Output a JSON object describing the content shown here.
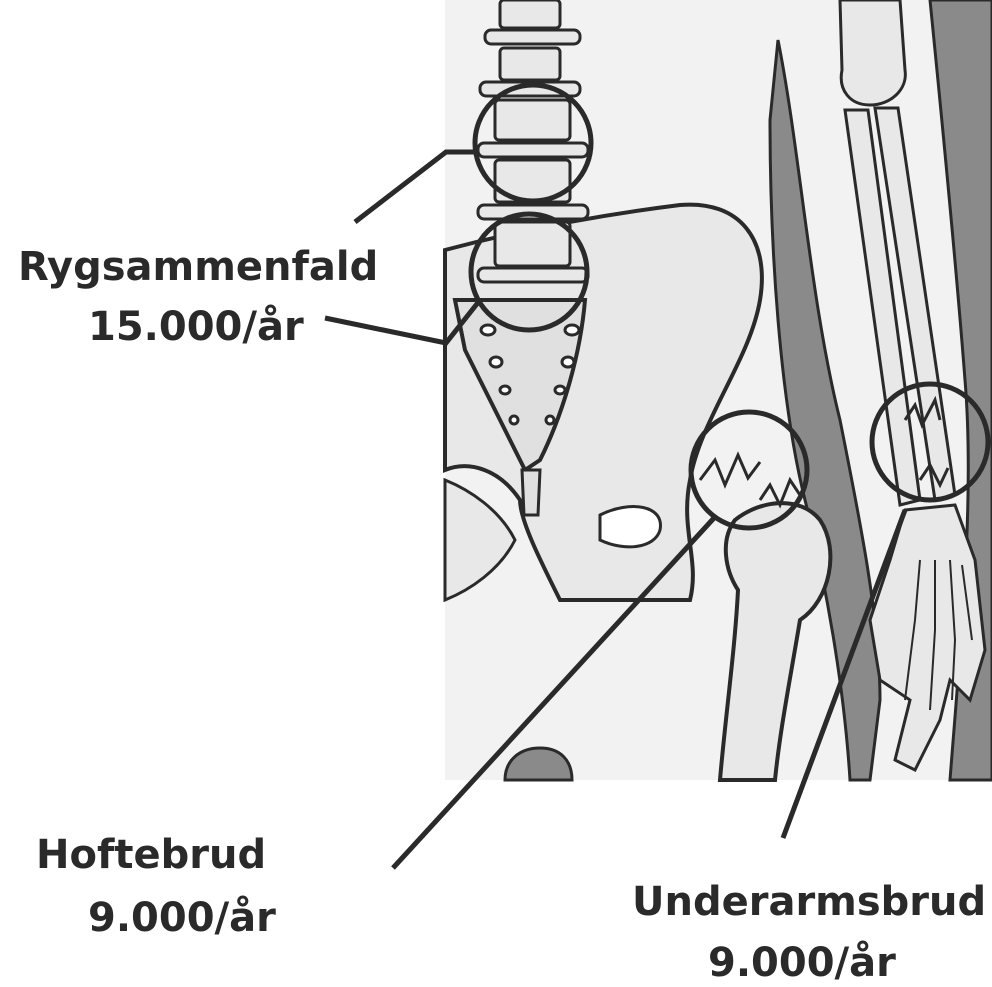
{
  "annotations": {
    "spine": {
      "name": "Rygsammenfald",
      "rate": "15.000/år"
    },
    "hip": {
      "name": "Hoftebrud",
      "rate": "9.000/år"
    },
    "forearm": {
      "name": "Underarmsbrud",
      "rate": "9.000/år"
    }
  },
  "colors": {
    "bone_fill": "#e8e8e8",
    "outline": "#2a2a2a",
    "skin_shadow": "#8a8a8a",
    "background": "#ffffff"
  }
}
